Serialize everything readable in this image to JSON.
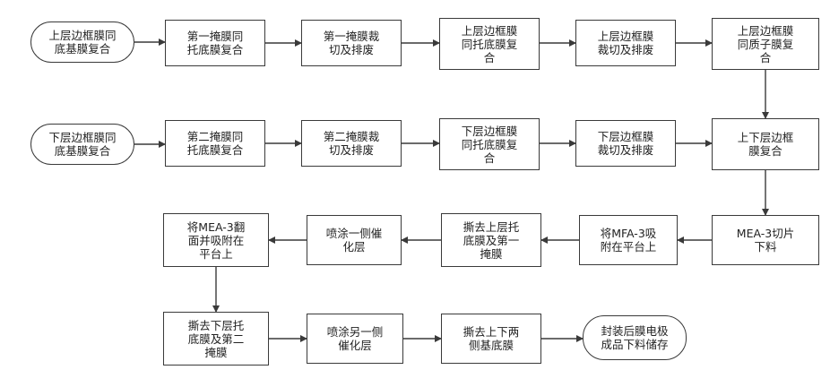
{
  "flow": {
    "row1": {
      "start": "上层边框膜同\n底基膜复合",
      "s1": "第一掩膜同\n托底膜复合",
      "s2": "第一掩膜裁\n切及排废",
      "s3": "上层边框膜\n同托底膜复\n合",
      "s4": "上层边框膜\n裁切及排废",
      "s5": "上层边框膜\n同质子膜复\n合"
    },
    "row2": {
      "start": "下层边框膜同\n底基膜复合",
      "s1": "第二掩膜同\n托底膜复合",
      "s2": "第二掩膜裁\n切及排废",
      "s3": "下层边框膜\n同托底膜复\n合",
      "s4": "下层边框膜\n裁切及排废",
      "s5": "上下层边框\n膜复合"
    },
    "row3": {
      "s1": "MEA-3切片\n下料",
      "s2": "将MFA-3吸\n附在平台上",
      "s3": "撕去上层托\n底膜及第一\n掩膜",
      "s4": "喷涂一侧催\n化层",
      "s5": "将MEA-3翻\n面并吸附在\n平台上"
    },
    "row4": {
      "s1": "撕去下层托\n底膜及第二\n掩膜",
      "s2": "喷涂另一侧\n催化层",
      "s3": "撕去上下两\n侧基底膜",
      "end": "封装后膜电极\n成品下料储存"
    }
  }
}
